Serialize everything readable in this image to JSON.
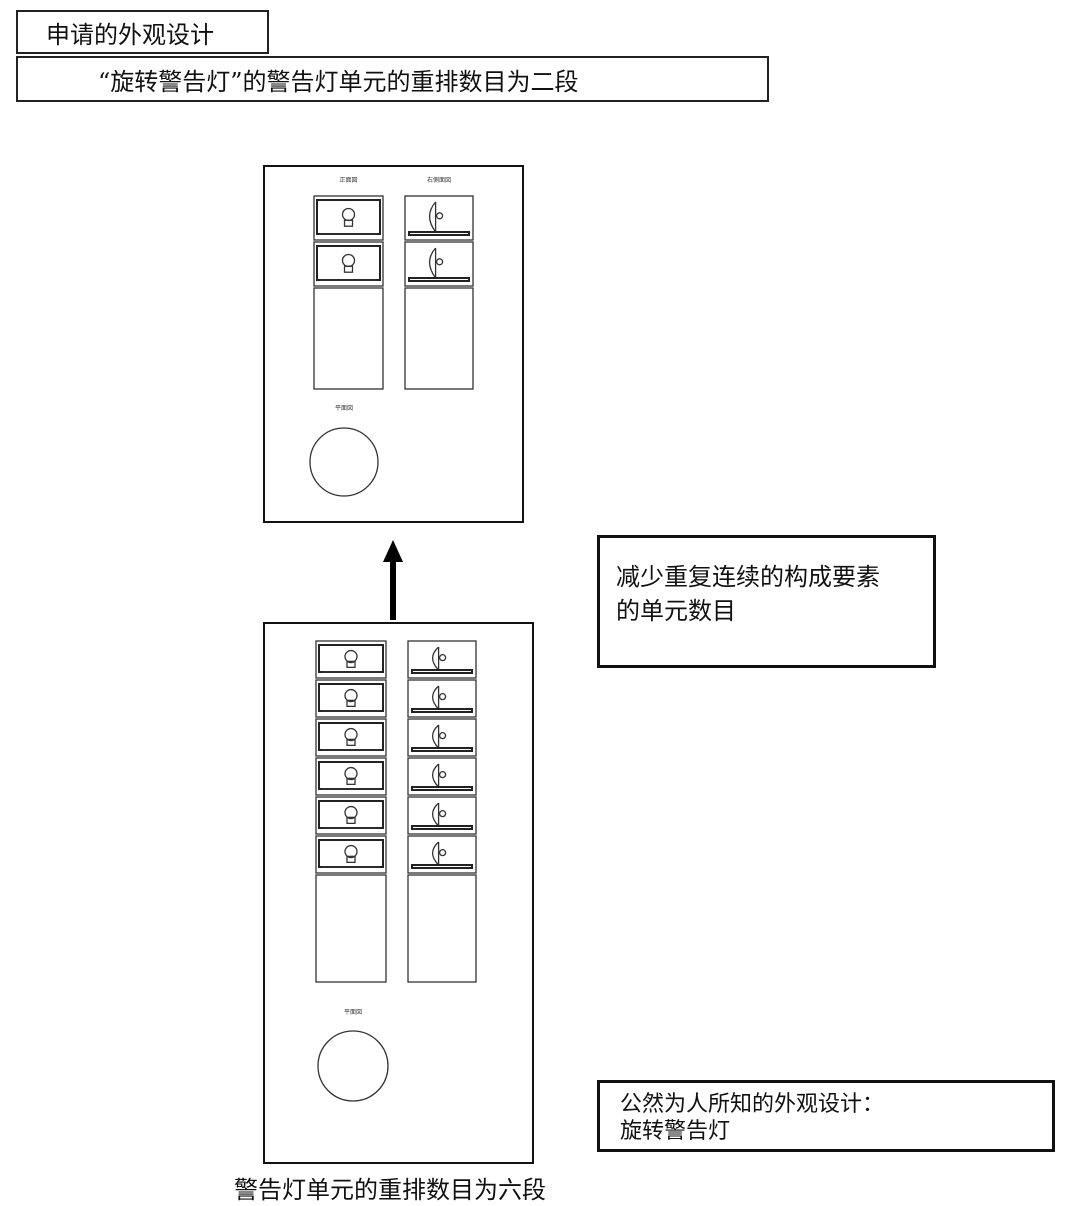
{
  "header": {
    "title": "申请的外观设计"
  },
  "subtitle": {
    "text": "“旋转警告灯”的警告灯单元的重排数目为二段"
  },
  "arrow": {
    "direction": "up",
    "icon": "up-arrow-icon"
  },
  "reduce_note": {
    "line1": "减少重复连续的构成要素",
    "line2": "的单元数目"
  },
  "prior_design": {
    "line1": "公然为人所知的外观设计：",
    "line2": "旋转警告灯"
  },
  "bottom_caption": "警告灯单元的重排数目为六段",
  "figures": {
    "applied": {
      "unit_count": 2,
      "views": {
        "front": "正面図",
        "side": "右側面図",
        "top": "平面図"
      }
    },
    "prior": {
      "unit_count": 6,
      "views": {
        "front": "",
        "side": "",
        "top": "平面図"
      }
    }
  },
  "colors": {
    "line": "#111111",
    "background": "#ffffff"
  }
}
